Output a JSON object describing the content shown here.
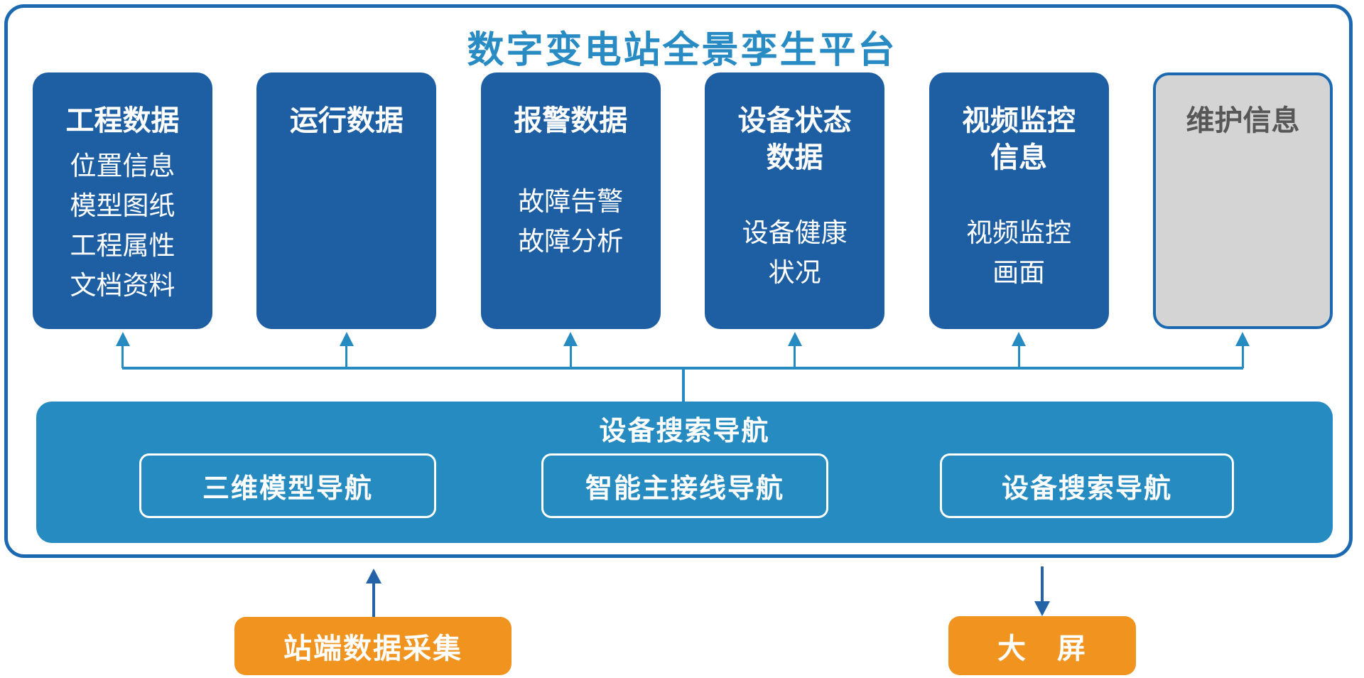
{
  "platform": {
    "title": "数字变电站全景孪生平台",
    "cards": [
      {
        "title_lines": [
          "工程数据"
        ],
        "item_lines": [
          "位置信息",
          "模型图纸",
          "工程属性",
          "文档资料"
        ],
        "disabled": false
      },
      {
        "title_lines": [
          "运行数据"
        ],
        "item_lines": [],
        "disabled": false
      },
      {
        "title_lines": [
          "报警数据"
        ],
        "item_lines": [
          "故障告警",
          "故障分析"
        ],
        "disabled": false
      },
      {
        "title_lines": [
          "设备状态",
          "数据"
        ],
        "item_lines": [
          "设备健康",
          "状况"
        ],
        "disabled": false
      },
      {
        "title_lines": [
          "视频监控",
          "信息"
        ],
        "item_lines": [
          "视频监控",
          "画面"
        ],
        "disabled": false
      },
      {
        "title_lines": [
          "维护信息"
        ],
        "item_lines": [],
        "disabled": true
      }
    ]
  },
  "nav_bar": {
    "title": "设备搜索导航",
    "buttons": [
      "三维模型导航",
      "智能主接线导航",
      "设备搜索导航"
    ]
  },
  "bottom": {
    "source_label": "站端数据采集",
    "target_label": "大　屏"
  },
  "colors": {
    "card_blue": "#1e5fa3",
    "bar_teal": "#268bc1",
    "title_blue": "#288bc3",
    "orange": "#f0931f",
    "gray_fill": "#d4d4d4",
    "gray_text": "#575757",
    "border_blue": "#1c69b2",
    "dark_arrow": "#2463a8"
  }
}
